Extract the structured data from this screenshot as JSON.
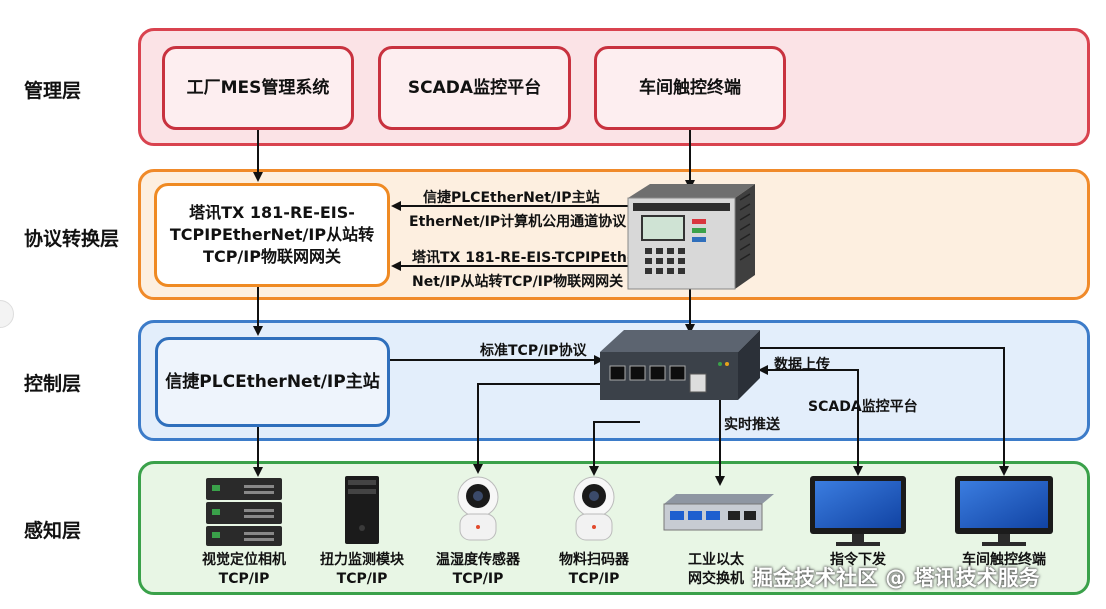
{
  "layers": {
    "management": "管理层",
    "protocol": "协议转换层",
    "control": "控制层",
    "perception": "感知层"
  },
  "management_boxes": {
    "mes": "工厂MES管理系统",
    "scada": "SCADA监控平台",
    "terminal": "车间触控终端"
  },
  "gateway": {
    "line1": "塔讯TX 181-RE-EIS-",
    "line2": "TCPIPEtherNet/IP从站转",
    "line3": "TCP/IP物联网网关"
  },
  "master_station": "信捷PLCEtherNet/IP主站",
  "annotations": {
    "top_arrow_line1": "信捷PLCEtherNet/IP主站",
    "top_arrow_line2": "EtherNet/IP计算机公用通道协议",
    "bottom_arrow_line1": "塔讯TX 181-RE-EIS-TCPIPEther",
    "bottom_arrow_line2": "Net/IP从站转TCP/IP物联网网关",
    "standard_protocol": "标准TCP/IP协议",
    "data_upload": "数据上传",
    "scada_platform": "SCADA监控平台",
    "realtime_push": "实时推送"
  },
  "devices": [
    {
      "name": "视觉定位相机",
      "proto": "TCP/IP"
    },
    {
      "name": "扭力监测模块",
      "proto": "TCP/IP"
    },
    {
      "name": "温湿度传感器",
      "proto": "TCP/IP"
    },
    {
      "name": "物料扫码器",
      "proto": "TCP/IP"
    },
    {
      "name": "工业以太",
      "proto": "网交换机"
    },
    {
      "name": "指令下发",
      "proto": ""
    },
    {
      "name": "车间触控终端",
      "proto": ""
    }
  ],
  "watermark": "掘金技术社区 @ 塔讯技术服务",
  "colors": {
    "management": "#d9434f",
    "protocol": "#f08a2a",
    "control": "#3d7cc9",
    "perception": "#3aa14a"
  }
}
